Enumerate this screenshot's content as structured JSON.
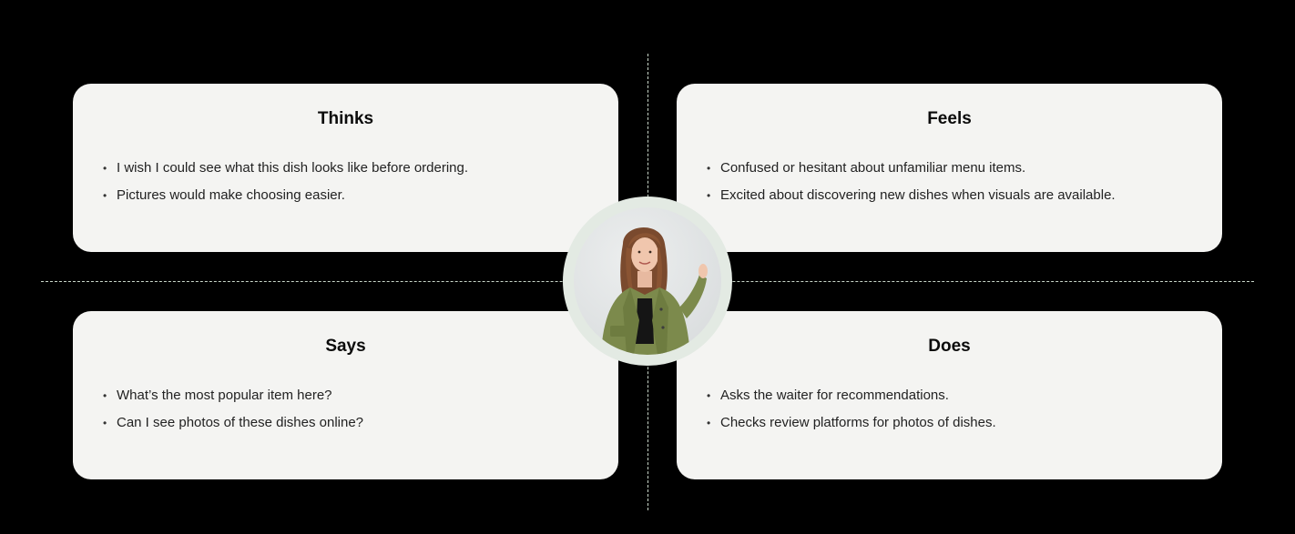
{
  "diagram": {
    "type": "empathy-map",
    "colors": {
      "background": "#000000",
      "card": "#f4f4f2",
      "divider": "#c9d6c9",
      "avatar_ring": "#e3eae3",
      "title_text": "#0b0b0b",
      "body_text": "#222222"
    },
    "avatar": {
      "icon": "persona-photo",
      "description": "Woman with long brown hair in olive green jacket, waving"
    },
    "quadrants": {
      "thinks": {
        "title": "Thinks",
        "items": [
          "I wish I could see what this dish looks like before ordering.",
          "Pictures would make choosing easier."
        ]
      },
      "feels": {
        "title": "Feels",
        "items": [
          "Confused or hesitant about unfamiliar menu items.",
          "Excited about discovering new dishes when visuals are available."
        ]
      },
      "says": {
        "title": "Says",
        "items": [
          "What’s the most popular item here?",
          "Can I see photos of these dishes online?"
        ]
      },
      "does": {
        "title": "Does",
        "items": [
          "Asks the waiter for recommendations.",
          "Checks review platforms for photos of dishes."
        ]
      }
    },
    "bullet": "•"
  }
}
